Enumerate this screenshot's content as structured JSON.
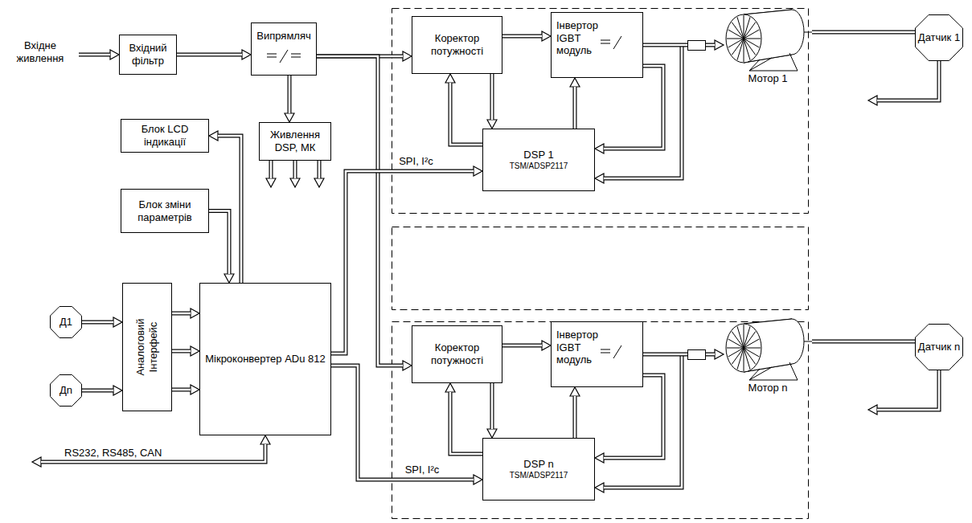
{
  "diagram": {
    "nodes": [
      {
        "text": [
          "Вхідний фільтр"
        ]
      },
      {
        "text": [
          "Випрямляч"
        ]
      },
      {
        "text": [
          "Коректор потужності"
        ]
      },
      {
        "text": [
          "Інвертор IGBT модуль"
        ]
      },
      {
        "text": [
          "Мотор 1"
        ]
      },
      {
        "text": [
          "Датчик 1"
        ]
      },
      {
        "text": [
          "Блок LCD індикації"
        ]
      },
      {
        "text": [
          "Живлення DSP, МК"
        ]
      },
      {
        "text": [
          "DSP 1",
          "TSM/ADSP2117"
        ]
      },
      {
        "text": [
          "Блок зміни параметрів"
        ]
      },
      {
        "text": [
          "Д1"
        ]
      },
      {
        "text": [
          "Аналоговий Інтерфейс"
        ]
      },
      {
        "text": [
          "Мікроконвертер ADu 812"
        ]
      },
      {
        "text": [
          "Дn"
        ]
      },
      {
        "text": [
          "Коректор потужності"
        ]
      },
      {
        "text": [
          "Інвертор IGBT модуль"
        ]
      },
      {
        "text": [
          "Мотор n"
        ]
      },
      {
        "text": [
          "Датчик n"
        ]
      },
      {
        "text": [
          "DSP n",
          "TSM/ADSP2117"
        ]
      }
    ],
    "edges": [
      {
        "from": 0,
        "to": 1,
        "arrow": "to"
      },
      {
        "from": 1,
        "to": 7,
        "arrow": "to"
      },
      {
        "from": 1,
        "to": 2,
        "arrow": "to"
      },
      {
        "from": 1,
        "to": 14,
        "arrow": "to"
      },
      {
        "from": 2,
        "to": 3,
        "arrow": "to"
      },
      {
        "from": 2,
        "to": 8,
        "arrow": "to"
      },
      {
        "from": 8,
        "to": 2,
        "arrow": "to"
      },
      {
        "from": 8,
        "to": 3,
        "arrow": "to"
      },
      {
        "from": 3,
        "to": 4,
        "arrow": "to"
      },
      {
        "from": 3,
        "to": 8,
        "arrow": "to"
      },
      {
        "from": 4,
        "to": 5,
        "arrow": "none"
      },
      {
        "from": 12,
        "to": 8,
        "label": "SPI, I²c",
        "arrow": "to"
      },
      {
        "from": 12,
        "to": 18,
        "label": "SPI, I²c",
        "arrow": "to"
      },
      {
        "from": 12,
        "to": 6,
        "arrow": "to"
      },
      {
        "from": 9,
        "to": 12,
        "arrow": "to"
      },
      {
        "from": 10,
        "to": 11,
        "arrow": "to"
      },
      {
        "from": 13,
        "to": 11,
        "arrow": "to"
      },
      {
        "from": 11,
        "to": 12,
        "arrow": "to"
      },
      {
        "from": 14,
        "to": 15,
        "arrow": "to"
      },
      {
        "from": 14,
        "to": 18,
        "arrow": "to"
      },
      {
        "from": 18,
        "to": 14,
        "arrow": "to"
      },
      {
        "from": 18,
        "to": 15,
        "arrow": "to"
      },
      {
        "from": 15,
        "to": 16,
        "arrow": "to"
      },
      {
        "from": 15,
        "to": 18,
        "arrow": "to"
      },
      {
        "from": 16,
        "to": 17,
        "arrow": "none"
      }
    ],
    "labels": [
      "Вхідне живлення",
      "RS232, RS485, CAN"
    ]
  }
}
